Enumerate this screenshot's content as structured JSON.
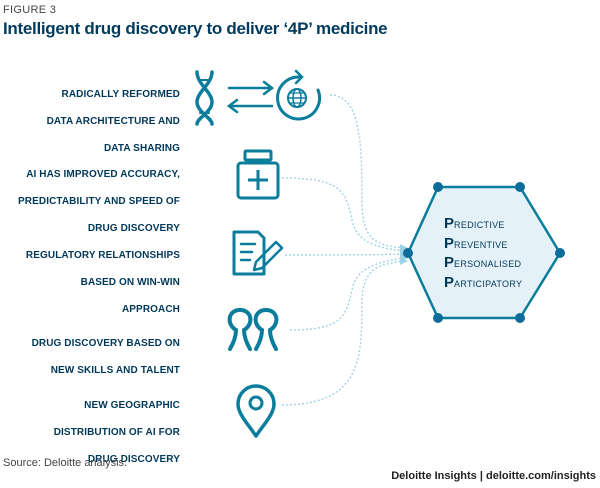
{
  "figure_label": "FIGURE 3",
  "title": "Intelligent drug discovery to deliver ‘4P’ medicine",
  "rows": [
    {
      "lines": [
        "RADICALLY REFORMED",
        "DATA ARCHITECTURE AND",
        "DATA SHARING"
      ],
      "icon": "dna-globe-exchange-icon"
    },
    {
      "lines": [
        "AI HAS  IMPROVED ACCURACY,",
        "PREDICTABILITY AND SPEED OF",
        "DRUG DISCOVERY"
      ],
      "icon": "medicine-bottle-icon"
    },
    {
      "lines": [
        "REGULATORY  RELATIONSHIPS",
        "BASED ON WIN-WIN",
        "APPROACH"
      ],
      "icon": "document-pencil-icon"
    },
    {
      "lines": [
        "DRUG DISCOVERY BASED ON",
        "NEW SKILLS AND TALENT"
      ],
      "icon": "people-icon"
    },
    {
      "lines": [
        "NEW GEOGRAPHIC",
        "DISTRIBUTION OF AI FOR",
        "DRUG DISCOVERY"
      ],
      "icon": "location-pin-icon"
    }
  ],
  "hexagon": {
    "items": [
      {
        "first": "P",
        "rest": "redictive"
      },
      {
        "first": "P",
        "rest": "reventive"
      },
      {
        "first": "P",
        "rest": "ersonalised"
      },
      {
        "first": "P",
        "rest": "articipatory"
      }
    ]
  },
  "colors": {
    "navy": "#00385a",
    "teal": "#0a7d9c",
    "light_blue": "#9fd3e8",
    "hex_fill": "#e4f1f8",
    "dot": "#0e6c9a"
  },
  "source": "Source: Deloitte analysis.",
  "credit": "Deloitte Insights | deloitte.com/insights"
}
